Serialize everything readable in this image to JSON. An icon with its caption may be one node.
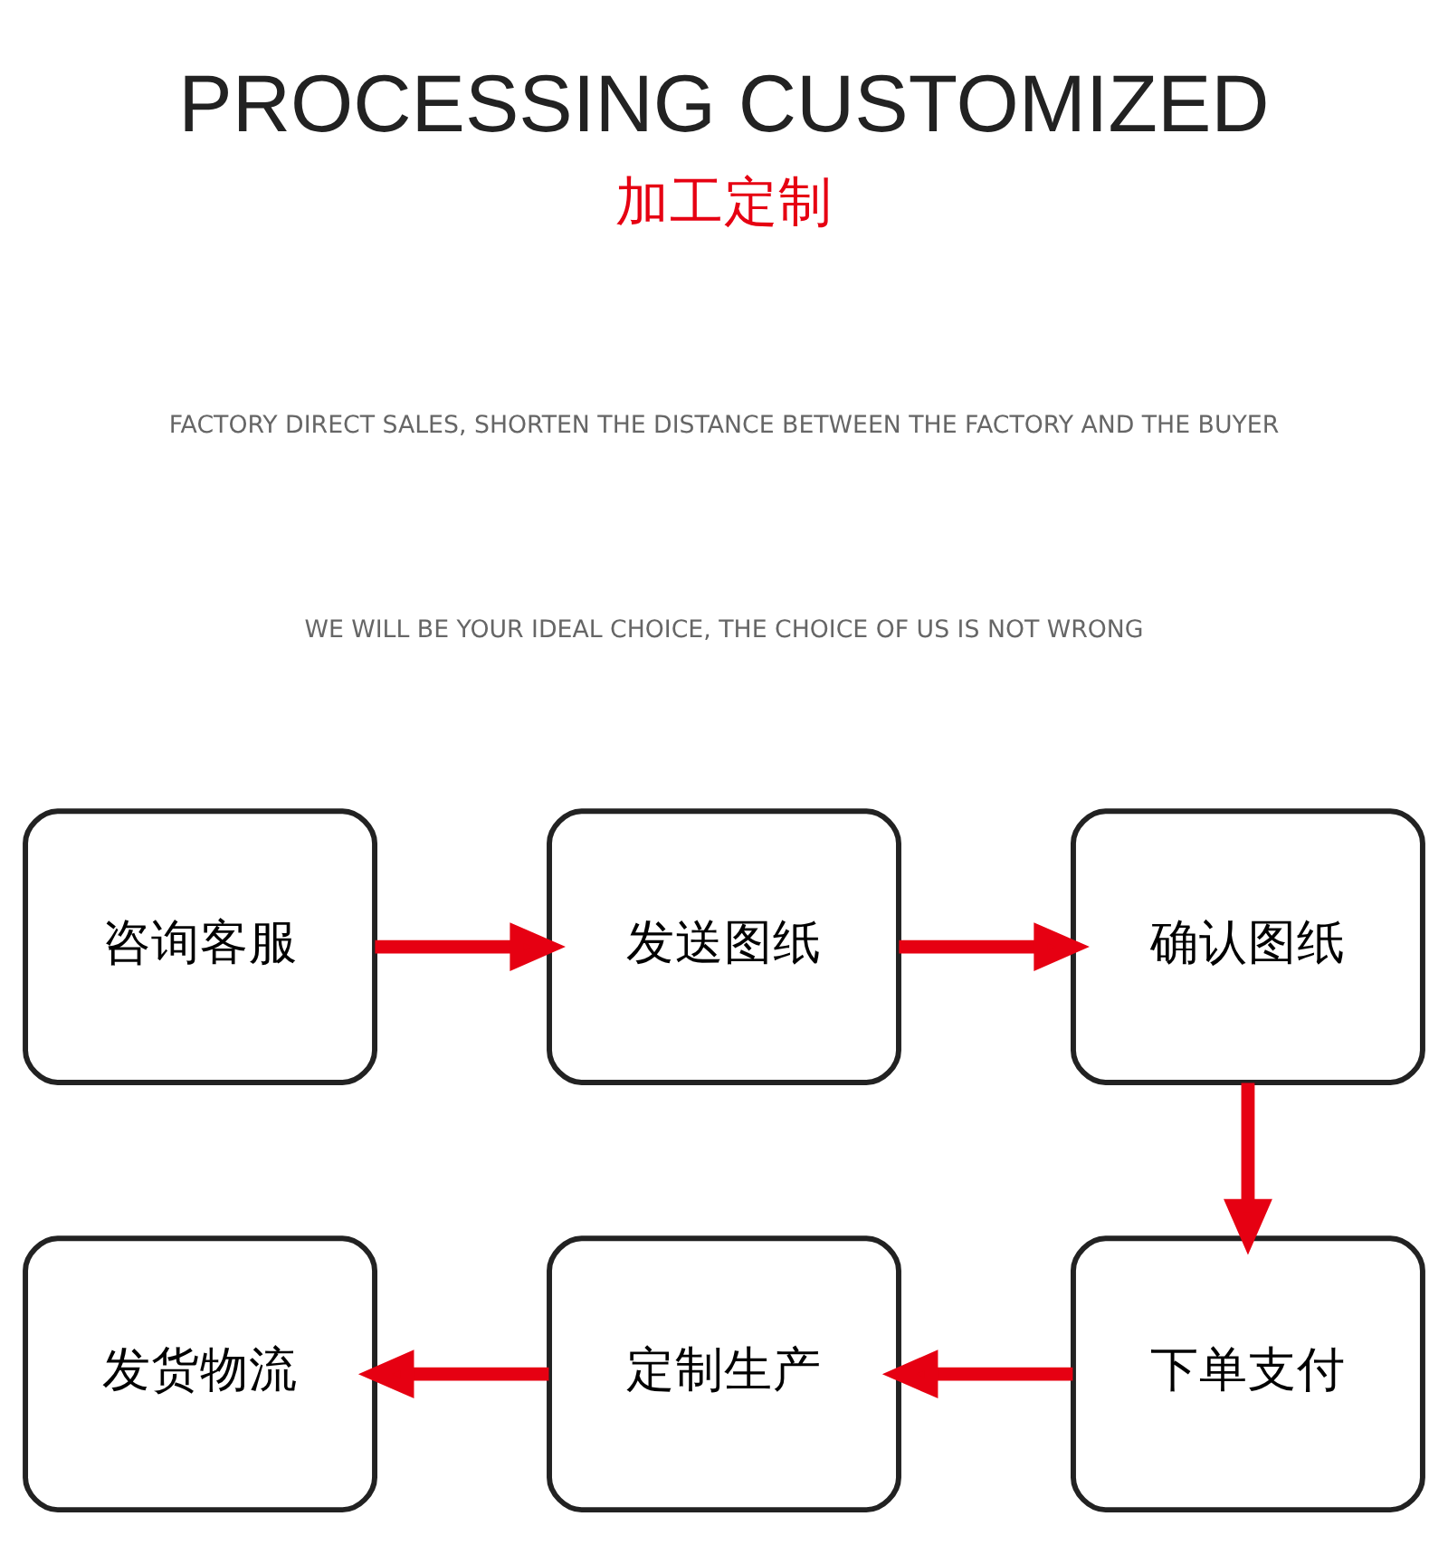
{
  "diagram": {
    "title": "PROCESSING CUSTOMIZED",
    "nodes": [
      {
        "text": [
          "咨询客服"
        ]
      },
      {
        "text": [
          "发送图纸"
        ]
      },
      {
        "text": [
          "确认图纸"
        ]
      },
      {
        "text": [
          "发货物流"
        ]
      },
      {
        "text": [
          "定制生产"
        ]
      },
      {
        "text": [
          "下单支付"
        ]
      }
    ],
    "edges": [
      {
        "from": 0,
        "to": 1,
        "arrow": "to"
      },
      {
        "from": 1,
        "to": 2,
        "arrow": "to"
      },
      {
        "from": 2,
        "to": 5,
        "arrow": "to"
      },
      {
        "from": 5,
        "to": 4,
        "arrow": "to"
      },
      {
        "from": 4,
        "to": 3,
        "arrow": "to"
      }
    ],
    "labels": [
      "加工定制",
      "FACTORY DIRECT SALES, SHORTEN THE DISTANCE BETWEEN THE FACTORY AND THE BUYER",
      "WE WILL BE YOUR IDEAL CHOICE, THE CHOICE OF US IS NOT WRONG"
    ]
  }
}
